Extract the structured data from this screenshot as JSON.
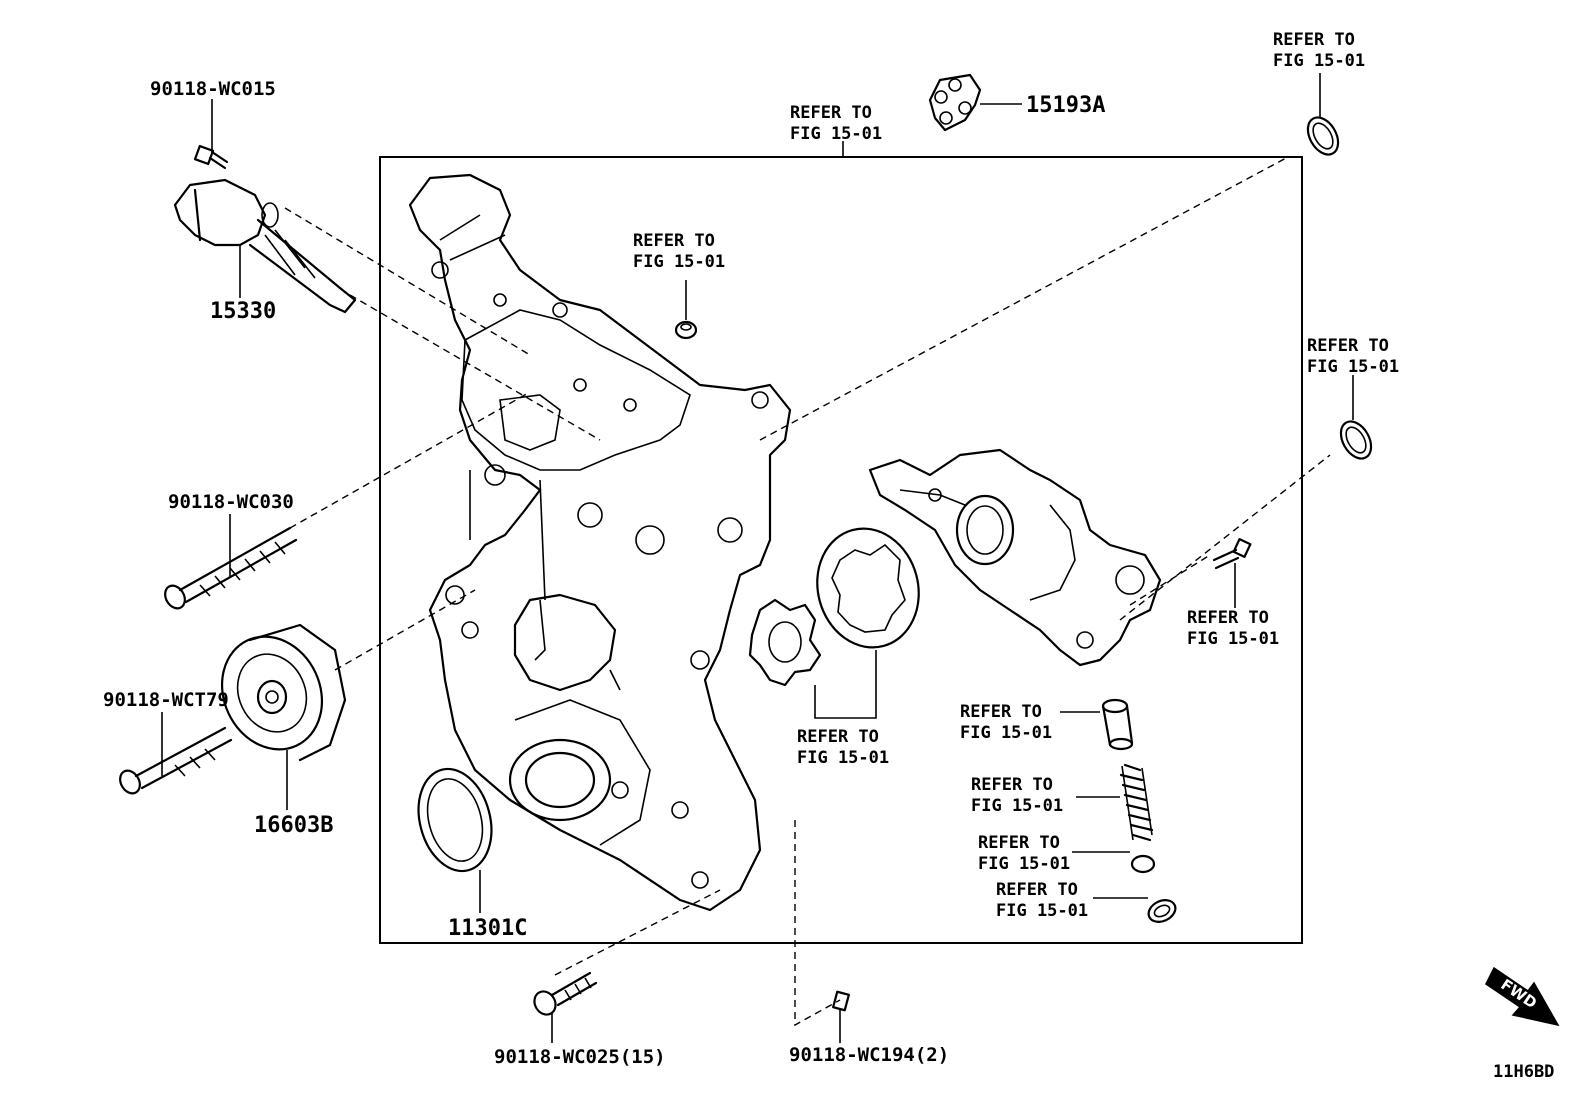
{
  "callouts": {
    "top_center": [
      "REFER TO",
      "FIG 15-01"
    ],
    "top_right": [
      "REFER TO",
      "FIG 15-01"
    ],
    "seal_center": [
      "REFER TO",
      "FIG 15-01"
    ],
    "right_oring": [
      "REFER TO",
      "FIG 15-01"
    ],
    "right_bolt": [
      "REFER TO",
      "FIG 15-01"
    ],
    "rotors": [
      "REFER TO",
      "FIG 15-01"
    ],
    "valve": [
      "REFER TO",
      "FIG 15-01"
    ],
    "spring": [
      "REFER TO",
      "FIG 15-01"
    ],
    "washer": [
      "REFER TO",
      "FIG 15-01"
    ],
    "plug": [
      "REFER TO",
      "FIG 15-01"
    ]
  },
  "parts": {
    "oil_control_valve": "15330",
    "ocv_bolt": "90118-WC015",
    "gasket_15193a": "15193A",
    "long_bolt": "90118-WC030",
    "idler_bolt": "90118-WCT79",
    "idler_pulley": "16603B",
    "front_seal": "11301C",
    "cover_bolt": "90118-WC025(15)",
    "dowel_pin": "90118-WC194(2)"
  },
  "fwd_arrow": "FWD",
  "diagram_code": "11H6BD"
}
